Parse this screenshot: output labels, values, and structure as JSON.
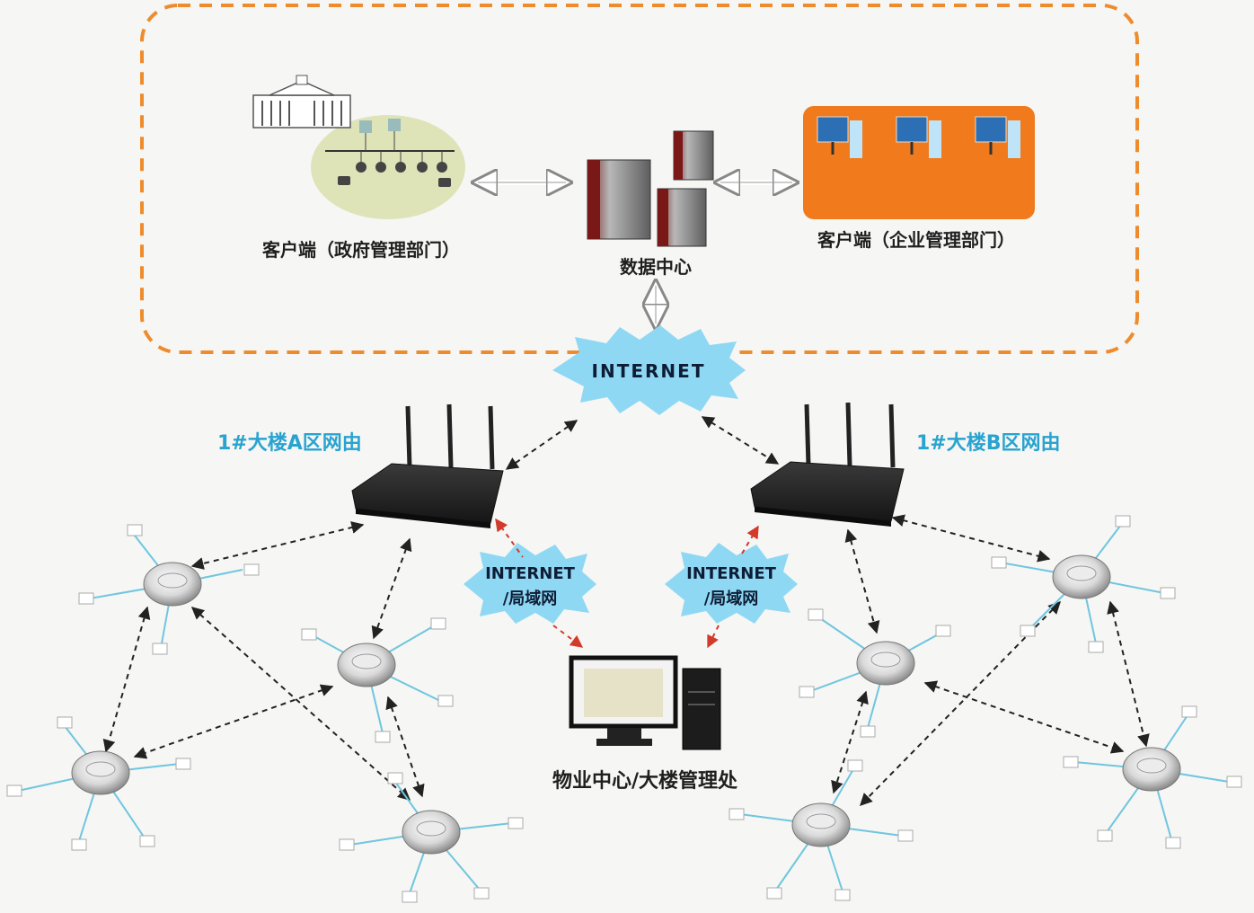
{
  "labels": {
    "gov_client": "客户端（政府管理部门）",
    "data_center": "数据中心",
    "ent_client": "客户端（企业管理部门）",
    "internet_main": "INTERNET",
    "router_a": "1#大楼A区网由",
    "router_b": "1#大楼B区网由",
    "cloud_left_line1": "INTERNET",
    "cloud_left_line2": "/局域网",
    "cloud_right_line1": "INTERNET",
    "cloud_right_line2": "/局域网",
    "property_center": "物业中心/大楼管理处"
  },
  "colors": {
    "dashed_border": "#ee8c2d",
    "cloud_fill": "#8fd8f4",
    "orange_panel": "#f07a1c",
    "router_label": "#29a3cf",
    "red_arrow": "#d23a2a"
  },
  "icons": {
    "router": "wireless-router-icon",
    "sensor": "smoke-detector-icon",
    "server": "server-tower-icon",
    "workstation": "desktop-computer-icon"
  }
}
